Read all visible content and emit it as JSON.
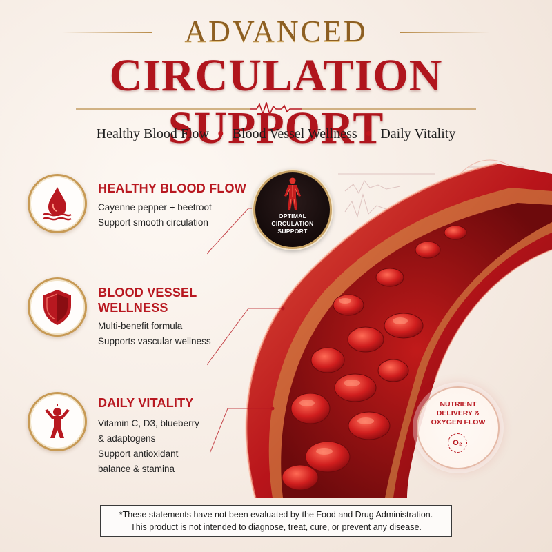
{
  "header": {
    "title_line1": "ADVANCED",
    "title_line2": "CIRCULATION SUPPORT",
    "taglines": [
      "Healthy Blood Flow",
      "Blood Vessel Wellness",
      "Daily Vitality"
    ]
  },
  "features": [
    {
      "icon": "blood-drop-icon",
      "title": "HEALTHY BLOOD FLOW",
      "lines": [
        "Cayenne pepper + beetroot",
        "Support smooth circulation"
      ]
    },
    {
      "icon": "shield-icon",
      "title_lines": [
        "BLOOD VESSEL",
        "WELLNESS"
      ],
      "lines": [
        "Multi-benefit formula",
        "Supports vascular wellness"
      ]
    },
    {
      "icon": "person-vitality-icon",
      "title": "DAILY VITALITY",
      "lines": [
        "Vitamin C, D3, blueberry",
        "& adaptogens",
        "Support antioxidant",
        "balance & stamina"
      ]
    }
  ],
  "badges": {
    "optimal": {
      "icon": "human-circulation-icon",
      "lines": [
        "OPTIMAL",
        "CIRCULATION",
        "SUPPORT"
      ]
    },
    "nutrient": {
      "icon": "oxygen-icon",
      "lines": [
        "NUTRIENT",
        "DELIVERY &",
        "OXYGEN FLOW"
      ],
      "o2": "O₂"
    }
  },
  "disclaimer": {
    "line1": "*These statements have not been evaluated by the Food and Drug Administration.",
    "line2": "This product is not intended to diagnose, treat, cure, or prevent any disease."
  },
  "colors": {
    "accent_red": "#b81820",
    "gold": "#b88a46",
    "background": "#f6ece4"
  }
}
